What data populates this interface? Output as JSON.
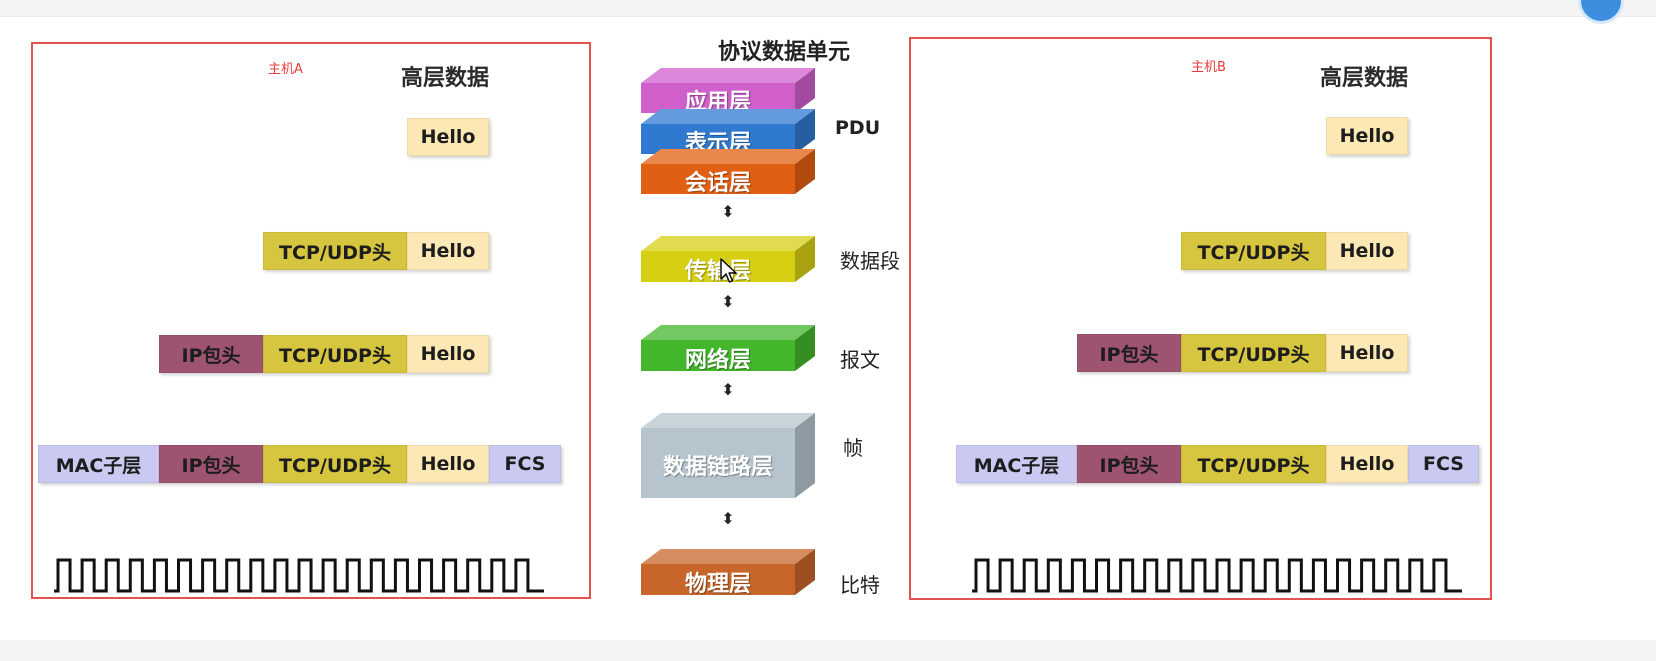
{
  "center": {
    "title": "协议数据单元",
    "layers": [
      {
        "label": "应用层",
        "color": "#d05fcc"
      },
      {
        "label": "表示层",
        "color": "#2f7ad0"
      },
      {
        "label": "会话层",
        "color": "#e15f12"
      },
      {
        "label": "传输层",
        "color": "#d7cf14"
      },
      {
        "label": "网络层",
        "color": "#43b62c"
      },
      {
        "label": "数据链路层",
        "color": "#b6c4ce"
      },
      {
        "label": "物理层",
        "color": "#c8652a"
      }
    ],
    "pdu": {
      "pdu": "PDU",
      "segment": "数据段",
      "packet": "报文",
      "frame": "帧",
      "bit": "比特"
    },
    "arrow_glyph": "⬍"
  },
  "hostA": {
    "label": "主机A",
    "high_label": "高层数据",
    "rows": {
      "app": [
        "Hello"
      ],
      "transport": [
        "TCP/UDP头",
        "Hello"
      ],
      "network": [
        "IP包头",
        "TCP/UDP头",
        "Hello"
      ],
      "link": [
        "MAC子层",
        "IP包头",
        "TCP/UDP头",
        "Hello",
        "FCS"
      ]
    }
  },
  "hostB": {
    "label": "主机B",
    "high_label": "高层数据",
    "rows": {
      "app": [
        "Hello"
      ],
      "transport": [
        "TCP/UDP头",
        "Hello"
      ],
      "network": [
        "IP包头",
        "TCP/UDP头",
        "Hello"
      ],
      "link": [
        "MAC子层",
        "IP包头",
        "TCP/UDP头",
        "Hello",
        "FCS"
      ]
    }
  },
  "colors": {
    "host_border": "#e0534f",
    "hello": "#fbe8b4",
    "tcp": "#d6c53f",
    "ip": "#9e5470",
    "mac_fcs": "#c9c9f1"
  }
}
